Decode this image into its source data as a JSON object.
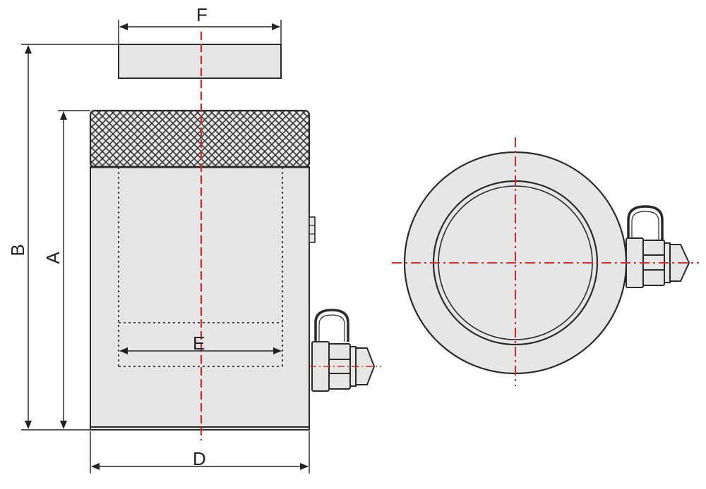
{
  "diagram": {
    "labels": {
      "F": "F",
      "B": "B",
      "A": "A",
      "E": "E",
      "D": "D"
    },
    "colors": {
      "body_fill": "#e6e6e6",
      "outline": "#2a2a2a",
      "centerline": "#d42a2a",
      "knurl": "#3a3a3a",
      "hidden_line": "#333333",
      "background": "#ffffff"
    },
    "icons": {
      "coupler": "hydraulic-coupler-icon"
    }
  }
}
